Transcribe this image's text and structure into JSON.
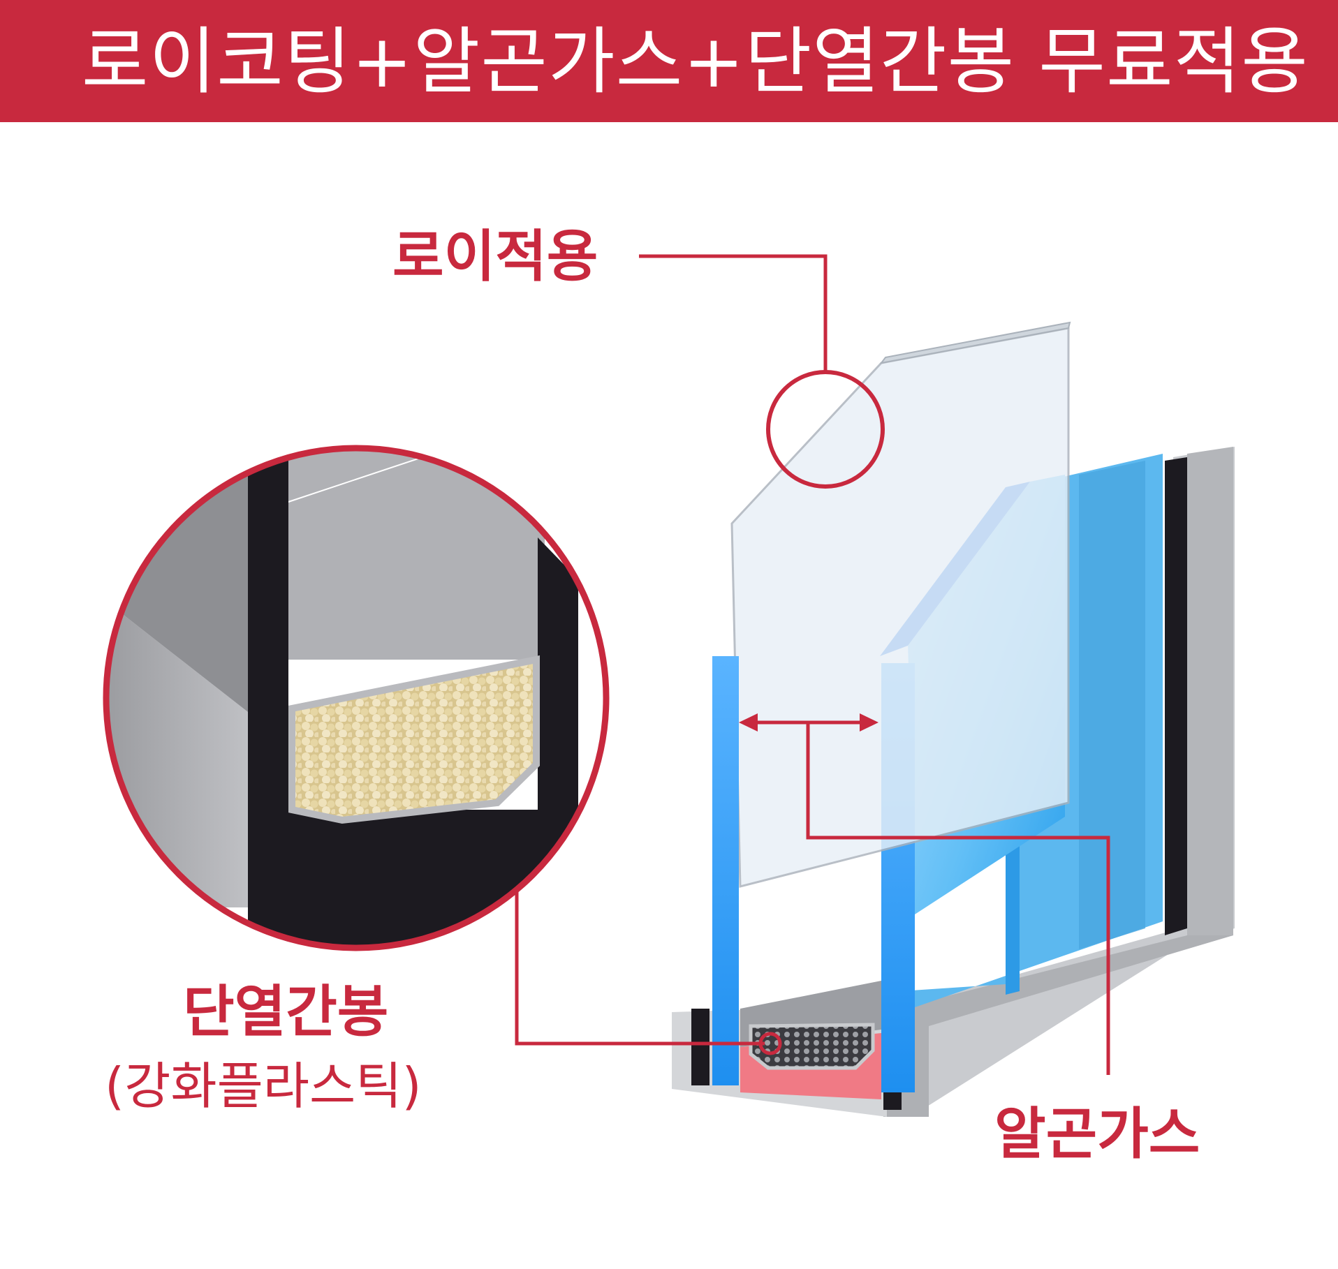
{
  "banner": {
    "title": "로이코팅+알곤가스+단열간봉 무료적용",
    "color": "#c8293e"
  },
  "labels": {
    "low_e": "로이적용",
    "spacer": "단열간봉",
    "spacer_detail": "(강화플라스틱)",
    "argon": "알곤가스"
  },
  "colors": {
    "accent": "#c8293e",
    "glass_blue": "#3aa0f0",
    "frame_gray": "#c9cbcf",
    "spacer_black": "#1c1a20",
    "desiccant": "#e3d3a5"
  }
}
